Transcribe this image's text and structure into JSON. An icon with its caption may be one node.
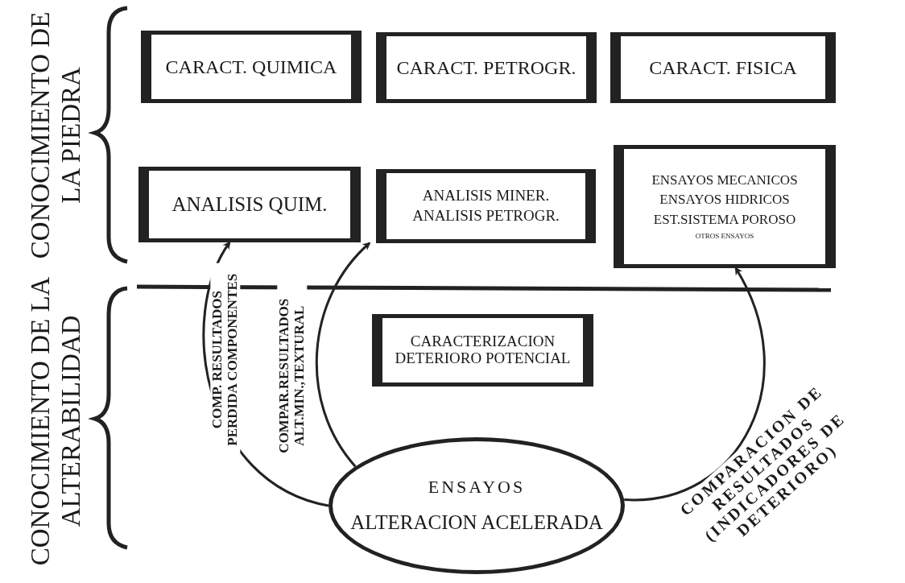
{
  "diagram": {
    "nodes": [
      {
        "text": [
          "CARACT. QUIMICA"
        ]
      },
      {
        "text": [
          "CARACT. PETROGR."
        ]
      },
      {
        "text": [
          "CARACT. FISICA"
        ]
      },
      {
        "text": [
          "ANALISIS QUIM."
        ]
      },
      {
        "text": [
          "ANALISIS MINER.",
          "ANALISIS PETROGR."
        ]
      },
      {
        "text": [
          "ENSAYOS MECANICOS",
          "ENSAYOS HIDRICOS",
          "EST.SISTEMA POROSO",
          "OTROS ENSAYOS"
        ]
      },
      {
        "text": [
          "CARACTERIZACION DETERIORO POTENCIAL"
        ]
      },
      {
        "text": [
          "ENSAYOS",
          "ALTERACION ACELERADA"
        ]
      }
    ],
    "edges": [
      {
        "from": 7,
        "to": 3,
        "arrow": "to",
        "label": "COMP. RESULTADOS PERDIDA COMPONENTES"
      },
      {
        "from": 7,
        "to": 4,
        "arrow": "to",
        "label": "COMPAR.RESULTADOS ALT.MIN.,TEXTURAL"
      },
      {
        "from": 7,
        "to": 5,
        "arrow": "to",
        "label": "COMPARACION DE RESULTADOS (INDICADORES DE DETERIORO)"
      }
    ],
    "labels": [
      "CONOCIMIENTO DE LA PIEDRA",
      "CONOCIMIENTO DE LA ALTERABILIDAD"
    ]
  }
}
